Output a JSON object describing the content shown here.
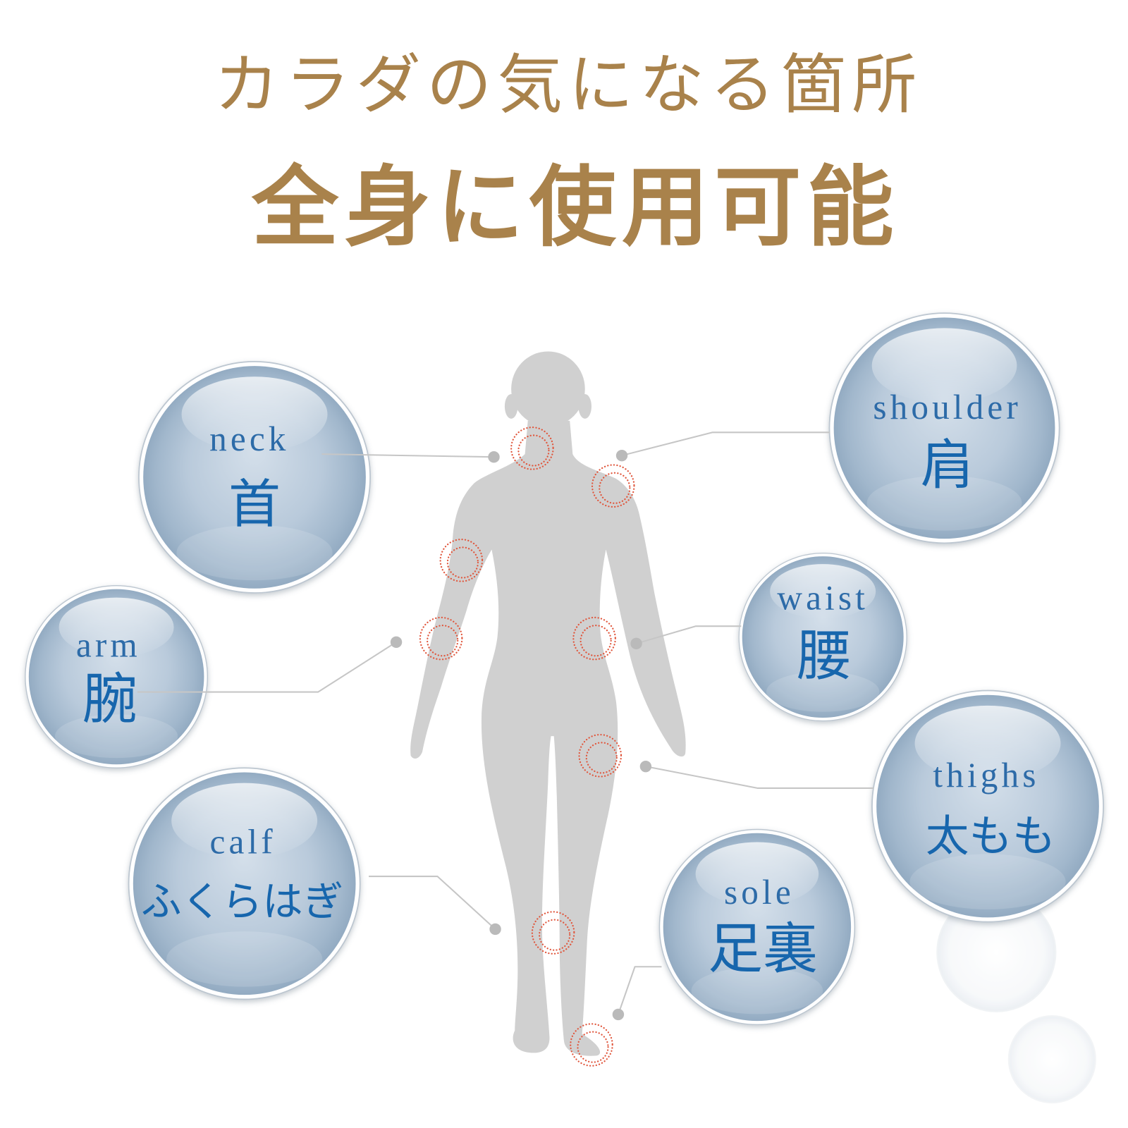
{
  "title": {
    "line1": "カラダの気になる箇所",
    "line2": "全身に使用可能"
  },
  "parts": {
    "neck": {
      "en": "neck",
      "ja": "首"
    },
    "shoulder": {
      "en": "shoulder",
      "ja": "肩"
    },
    "arm": {
      "en": "arm",
      "ja": "腕"
    },
    "waist": {
      "en": "waist",
      "ja": "腰"
    },
    "thighs": {
      "en": "thighs",
      "ja": "太もも"
    },
    "calf": {
      "en": "calf",
      "ja": "ふくらはぎ"
    },
    "sole": {
      "en": "sole",
      "ja": "足裏"
    }
  },
  "icons": {
    "figure": "human-silhouette-icon",
    "marker": "dotted-target-ring-icon",
    "pointer": "connector-dot-icon"
  },
  "colors": {
    "title": "#a9824b",
    "label_en": "#2d6ba8",
    "label_ja": "#1766ad",
    "silhouette": "#d0d0d0",
    "marker": "#e0573d",
    "connector": "#c6c6c6",
    "dot": "#bababa",
    "background": "#ffffff"
  }
}
